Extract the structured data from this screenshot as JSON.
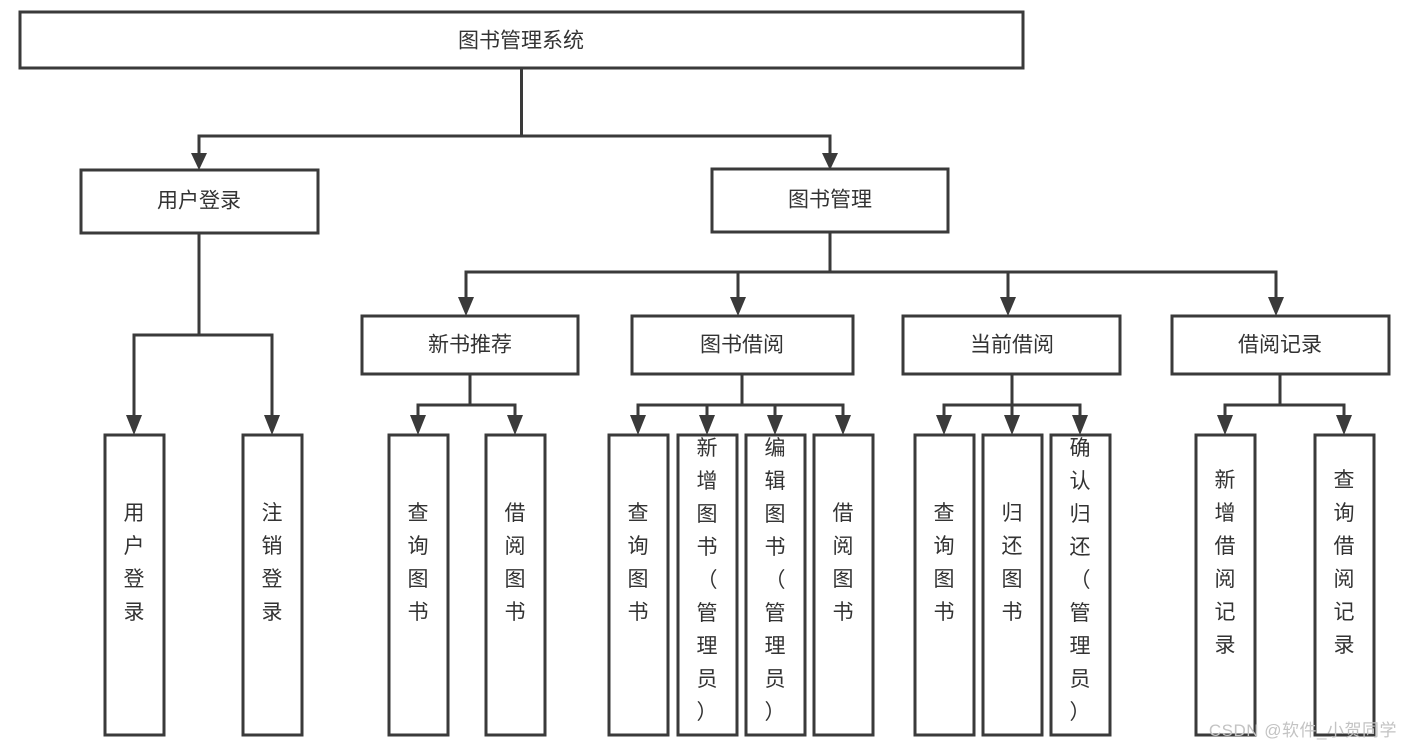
{
  "diagram": {
    "type": "tree-hierarchy-chart",
    "title": "图书管理系统",
    "orientation": "top-down",
    "colors": {
      "stroke": "#3a3a3a",
      "fill": "#ffffff",
      "text": "#333333",
      "watermark": "#c3c3c3",
      "background": "#ffffff"
    },
    "levels": [
      {
        "level": 1,
        "nodes": [
          {
            "id": "root",
            "label": "图书管理系统",
            "orientation": "horizontal"
          }
        ]
      },
      {
        "level": 2,
        "nodes": [
          {
            "id": "login",
            "label": "用户登录",
            "orientation": "horizontal",
            "parent": "root"
          },
          {
            "id": "bookmgmt",
            "label": "图书管理",
            "orientation": "horizontal",
            "parent": "root"
          }
        ]
      },
      {
        "level": 3,
        "nodes": [
          {
            "id": "newbook",
            "label": "新书推荐",
            "orientation": "horizontal",
            "parent": "bookmgmt"
          },
          {
            "id": "borrow",
            "label": "图书借阅",
            "orientation": "horizontal",
            "parent": "bookmgmt"
          },
          {
            "id": "current",
            "label": "当前借阅",
            "orientation": "horizontal",
            "parent": "bookmgmt"
          },
          {
            "id": "records",
            "label": "借阅记录",
            "orientation": "horizontal",
            "parent": "bookmgmt"
          }
        ]
      },
      {
        "level": 4,
        "nodes": [
          {
            "id": "leaf-1",
            "label": "用户登录",
            "orientation": "vertical",
            "parent": "login"
          },
          {
            "id": "leaf-2",
            "label": "注销登录",
            "orientation": "vertical",
            "parent": "login"
          },
          {
            "id": "leaf-3",
            "label": "查询图书",
            "orientation": "vertical",
            "parent": "newbook"
          },
          {
            "id": "leaf-4",
            "label": "借阅图书",
            "orientation": "vertical",
            "parent": "newbook"
          },
          {
            "id": "leaf-5",
            "label": "查询图书",
            "orientation": "vertical",
            "parent": "borrow"
          },
          {
            "id": "leaf-6",
            "label": "新增图书（管理员）",
            "orientation": "vertical",
            "parent": "borrow"
          },
          {
            "id": "leaf-7",
            "label": "编辑图书（管理员）",
            "orientation": "vertical",
            "parent": "borrow"
          },
          {
            "id": "leaf-8",
            "label": "借阅图书",
            "orientation": "vertical",
            "parent": "borrow"
          },
          {
            "id": "leaf-9",
            "label": "查询图书",
            "orientation": "vertical",
            "parent": "current"
          },
          {
            "id": "leaf-10",
            "label": "归还图书",
            "orientation": "vertical",
            "parent": "current"
          },
          {
            "id": "leaf-11",
            "label": "确认归还（管理员）",
            "orientation": "vertical",
            "parent": "current"
          },
          {
            "id": "leaf-12",
            "label": "新增借阅记录",
            "orientation": "vertical",
            "parent": "records"
          },
          {
            "id": "leaf-13",
            "label": "查询借阅记录",
            "orientation": "vertical",
            "parent": "records"
          }
        ]
      }
    ]
  },
  "watermark": {
    "text": "CSDN @软件_小贺同学"
  }
}
